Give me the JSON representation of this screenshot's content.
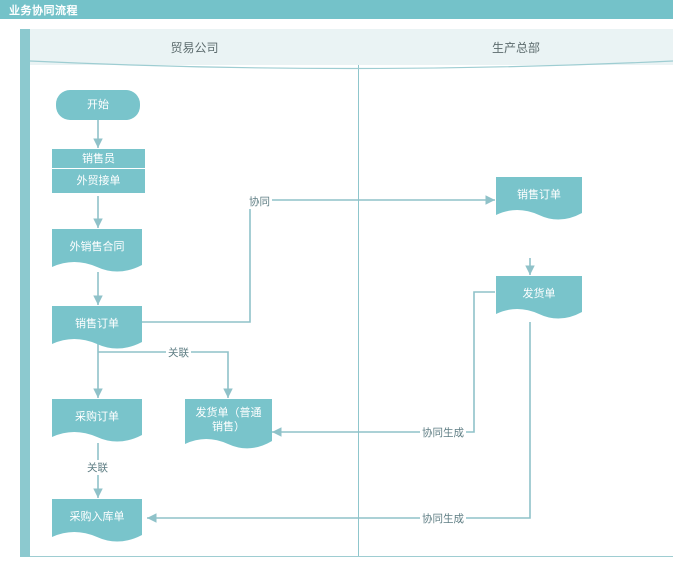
{
  "window": {
    "title": "业务协同流程"
  },
  "lanes": [
    {
      "id": "trading",
      "label": "贸易公司"
    },
    {
      "id": "production",
      "label": "生产总部"
    }
  ],
  "colors": {
    "title_bar": "#74c2c9",
    "node_fill": "#79c4cb",
    "lane_header": "#eaf3f4",
    "line": "#8fc2c9",
    "label_text": "#5f7e84",
    "lane_strip": "#8cc9cf"
  },
  "nodes": [
    {
      "id": "start",
      "shape": "terminator",
      "lane": "trading",
      "label": "开始"
    },
    {
      "id": "sales-rep",
      "shape": "split",
      "lane": "trading",
      "header": "销售员",
      "label": "外贸接单"
    },
    {
      "id": "export-contract",
      "shape": "document",
      "lane": "trading",
      "label": "外销售合同"
    },
    {
      "id": "sales-order-l",
      "shape": "document",
      "lane": "trading",
      "label": "销售订单"
    },
    {
      "id": "purchase-order",
      "shape": "document",
      "lane": "trading",
      "label": "采购订单"
    },
    {
      "id": "delivery-note-normal",
      "shape": "document",
      "lane": "trading",
      "label": "发货单（普通\n销售）"
    },
    {
      "id": "purchase-receipt",
      "shape": "document",
      "lane": "trading",
      "label": "采购入库单"
    },
    {
      "id": "sales-order-r",
      "shape": "document",
      "lane": "production",
      "label": "销售订单"
    },
    {
      "id": "delivery-note",
      "shape": "document",
      "lane": "production",
      "label": "发货单"
    }
  ],
  "edges": [
    {
      "id": "e-start-salesrep",
      "from": "start",
      "to": "sales-rep",
      "label": ""
    },
    {
      "id": "e-salesrep-contract",
      "from": "sales-rep",
      "to": "export-contract",
      "label": ""
    },
    {
      "id": "e-contract-salesorder",
      "from": "export-contract",
      "to": "sales-order-l",
      "label": ""
    },
    {
      "id": "e-collab-right",
      "from": "sales-order-l",
      "to": "sales-order-r",
      "label": "协同"
    },
    {
      "id": "e-salesorder-purchase",
      "from": "sales-order-l",
      "to": "purchase-order",
      "label": ""
    },
    {
      "id": "e-link-delivery",
      "from": "sales-order-l",
      "to": "delivery-note-normal",
      "label": "关联"
    },
    {
      "id": "e-link-receipt",
      "from": "purchase-order",
      "to": "purchase-receipt",
      "label": "关联"
    },
    {
      "id": "e-salesorderr-delivery",
      "from": "sales-order-r",
      "to": "delivery-note",
      "label": ""
    },
    {
      "id": "e-collabgen-delivery",
      "from": "delivery-note",
      "to": "delivery-note-normal",
      "label": "协同生成"
    },
    {
      "id": "e-collabgen-receipt",
      "from": "delivery-note",
      "to": "purchase-receipt",
      "label": "协同生成"
    }
  ]
}
